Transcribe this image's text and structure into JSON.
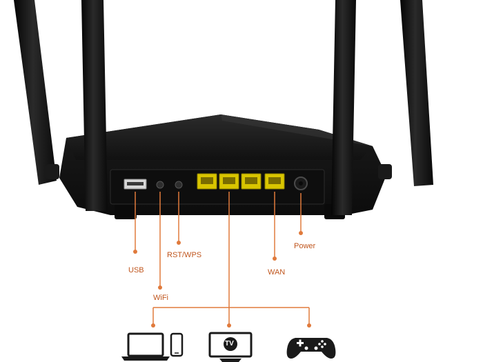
{
  "colors": {
    "background": "#ffffff",
    "router_body": "#141414",
    "antenna": "#101010",
    "ethernet_port": "#d9c500",
    "callout_line": "#e07a3c",
    "callout_text": "#c0561e",
    "device_icons": "#1a1a1a"
  },
  "port_labels": {
    "usb": "USB",
    "rst_wps": "RST/WPS",
    "wifi": "WiFi",
    "wan": "WAN",
    "power": "Power"
  },
  "devices": {
    "tv_text": "TV",
    "icons": [
      "laptop-icon",
      "smartphone-icon",
      "tv-icon",
      "gamepad-icon"
    ]
  }
}
